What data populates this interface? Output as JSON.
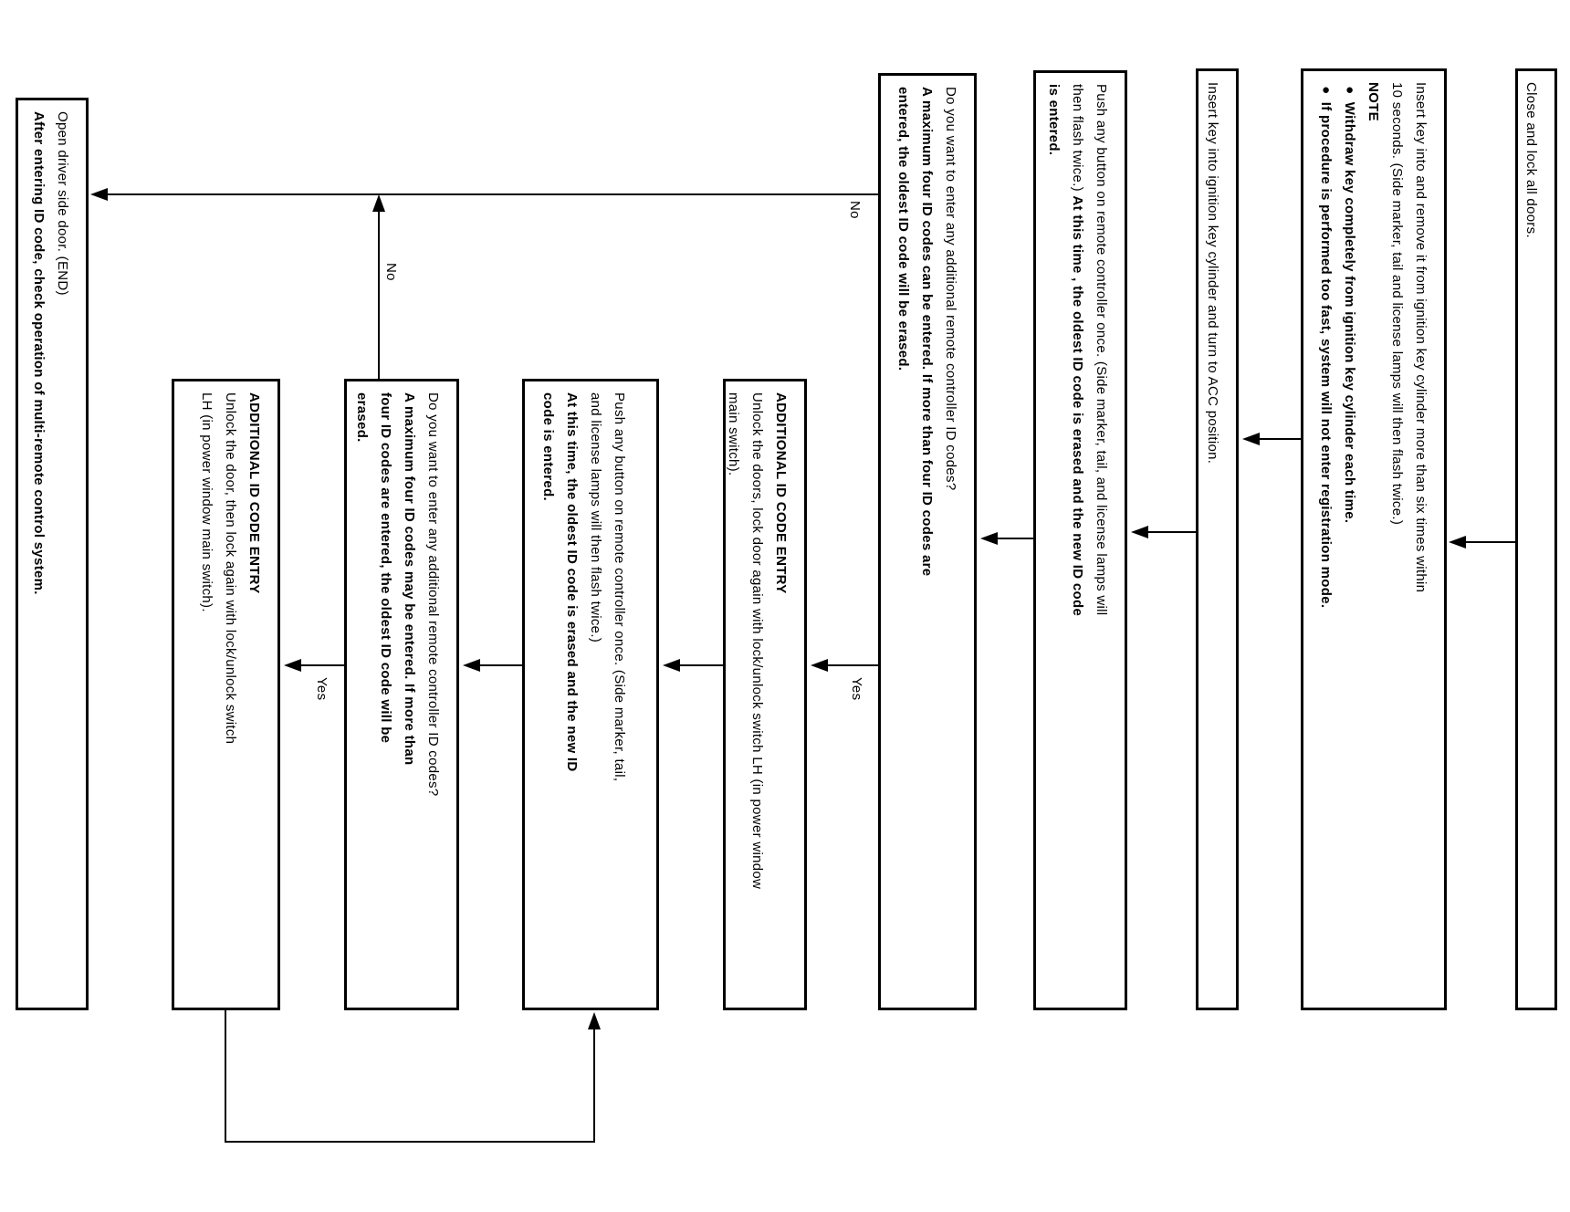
{
  "page": {
    "background": "#ffffff",
    "ink": "#000000"
  },
  "flowchart": {
    "orientation": "text rotated 90° clockwise (landscape chart on portrait page)",
    "boxes": [
      {
        "id": "close-and-lock-doors",
        "lines": [
          {
            "segs": [
              {
                "t": "Close and lock all doors.",
                "bold": false
              }
            ]
          }
        ]
      },
      {
        "id": "insert-remove-key",
        "lines": [
          {
            "segs": [
              {
                "t": "Insert key into and remove it from ignition key cylinder more than six times within",
                "bold": false
              }
            ]
          },
          {
            "segs": [
              {
                "t": "10 seconds. (Side marker, tail and license lamps will then flash twice.)",
                "bold": false
              }
            ]
          },
          {
            "segs": [
              {
                "t": "NOTE",
                "bold": true
              }
            ]
          },
          {
            "segs": [
              {
                "t": "● Withdraw key completely from ignition key cylinder each time.",
                "bold": true
              }
            ]
          },
          {
            "segs": [
              {
                "t": "● If procedure is performed too fast, system will not enter registration mode.",
                "bold": true
              }
            ]
          }
        ]
      },
      {
        "id": "insert-key-acc",
        "lines": [
          {
            "segs": [
              {
                "t": "Insert key into ignition key cylinder and turn to ACC position.",
                "bold": false
              }
            ]
          }
        ]
      },
      {
        "id": "push-button-1",
        "lines": [
          {
            "segs": [
              {
                "t": "Push any button on remote controller once. (Side marker, tail, and license lamps will",
                "bold": false
              }
            ]
          },
          {
            "segs": [
              {
                "t": "then flash twice.) ",
                "bold": false
              },
              {
                "t": "At this time , the oldest ID code is erased and the new ID code",
                "bold": true
              }
            ]
          },
          {
            "segs": [
              {
                "t": "is entered.",
                "bold": true
              }
            ]
          }
        ]
      },
      {
        "id": "decision-additional-codes-1",
        "lines": [
          {
            "segs": [
              {
                "t": "Do you want to enter any additional remote controller ID codes?",
                "bold": false
              }
            ]
          },
          {
            "segs": [
              {
                "t": "A maximum four ID codes can be entered. If more than four ID codes are",
                "bold": true
              }
            ]
          },
          {
            "segs": [
              {
                "t": "entered, the oldest ID code will be erased.",
                "bold": true
              }
            ]
          }
        ]
      },
      {
        "id": "additional-id-entry-1",
        "lines": [
          {
            "segs": [
              {
                "t": "ADDITIONAL ID CODE ENTRY",
                "bold": true
              }
            ]
          },
          {
            "segs": [
              {
                "t": "Unlock the doors, lock door again with lock/unlock switch LH (in power window",
                "bold": false
              }
            ]
          },
          {
            "segs": [
              {
                "t": "main switch).",
                "bold": false
              }
            ]
          }
        ]
      },
      {
        "id": "push-button-2",
        "lines": [
          {
            "segs": [
              {
                "t": "Push any button on remote controller once. (Side marker, tail,",
                "bold": false
              }
            ]
          },
          {
            "segs": [
              {
                "t": "and license lamps will then flash twice.)",
                "bold": false
              }
            ]
          },
          {
            "segs": [
              {
                "t": "At this time, the oldest ID code is erased and the new ID",
                "bold": true
              }
            ]
          },
          {
            "segs": [
              {
                "t": "code is entered.",
                "bold": true
              }
            ]
          }
        ]
      },
      {
        "id": "decision-additional-codes-2",
        "lines": [
          {
            "segs": [
              {
                "t": "Do you want to enter any additional remote controller ID codes?",
                "bold": false
              }
            ]
          },
          {
            "segs": [
              {
                "t": "A maximum four ID codes may be entered. If more than",
                "bold": true
              }
            ]
          },
          {
            "segs": [
              {
                "t": "four ID codes are entered, the oldest ID code will be",
                "bold": true
              }
            ]
          },
          {
            "segs": [
              {
                "t": "erased.",
                "bold": true
              }
            ]
          }
        ]
      },
      {
        "id": "additional-id-entry-2",
        "lines": [
          {
            "segs": [
              {
                "t": "ADDITIONAL ID CODE ENTRY",
                "bold": true
              }
            ]
          },
          {
            "segs": [
              {
                "t": "Unlock the door, then lock again with lock/unlock switch",
                "bold": false
              }
            ]
          },
          {
            "segs": [
              {
                "t": "LH (in power window main switch).",
                "bold": false
              }
            ]
          }
        ]
      },
      {
        "id": "open-door-end",
        "lines": [
          {
            "segs": [
              {
                "t": "Open driver side door. (END)",
                "bold": false
              }
            ]
          },
          {
            "segs": [
              {
                "t": "After entering ID code, check operation of multi-remote control system.",
                "bold": true
              }
            ]
          }
        ]
      }
    ],
    "labels": {
      "no_main": "No",
      "no_branch": "No",
      "yes_first": "Yes",
      "yes_second": "Yes"
    }
  }
}
